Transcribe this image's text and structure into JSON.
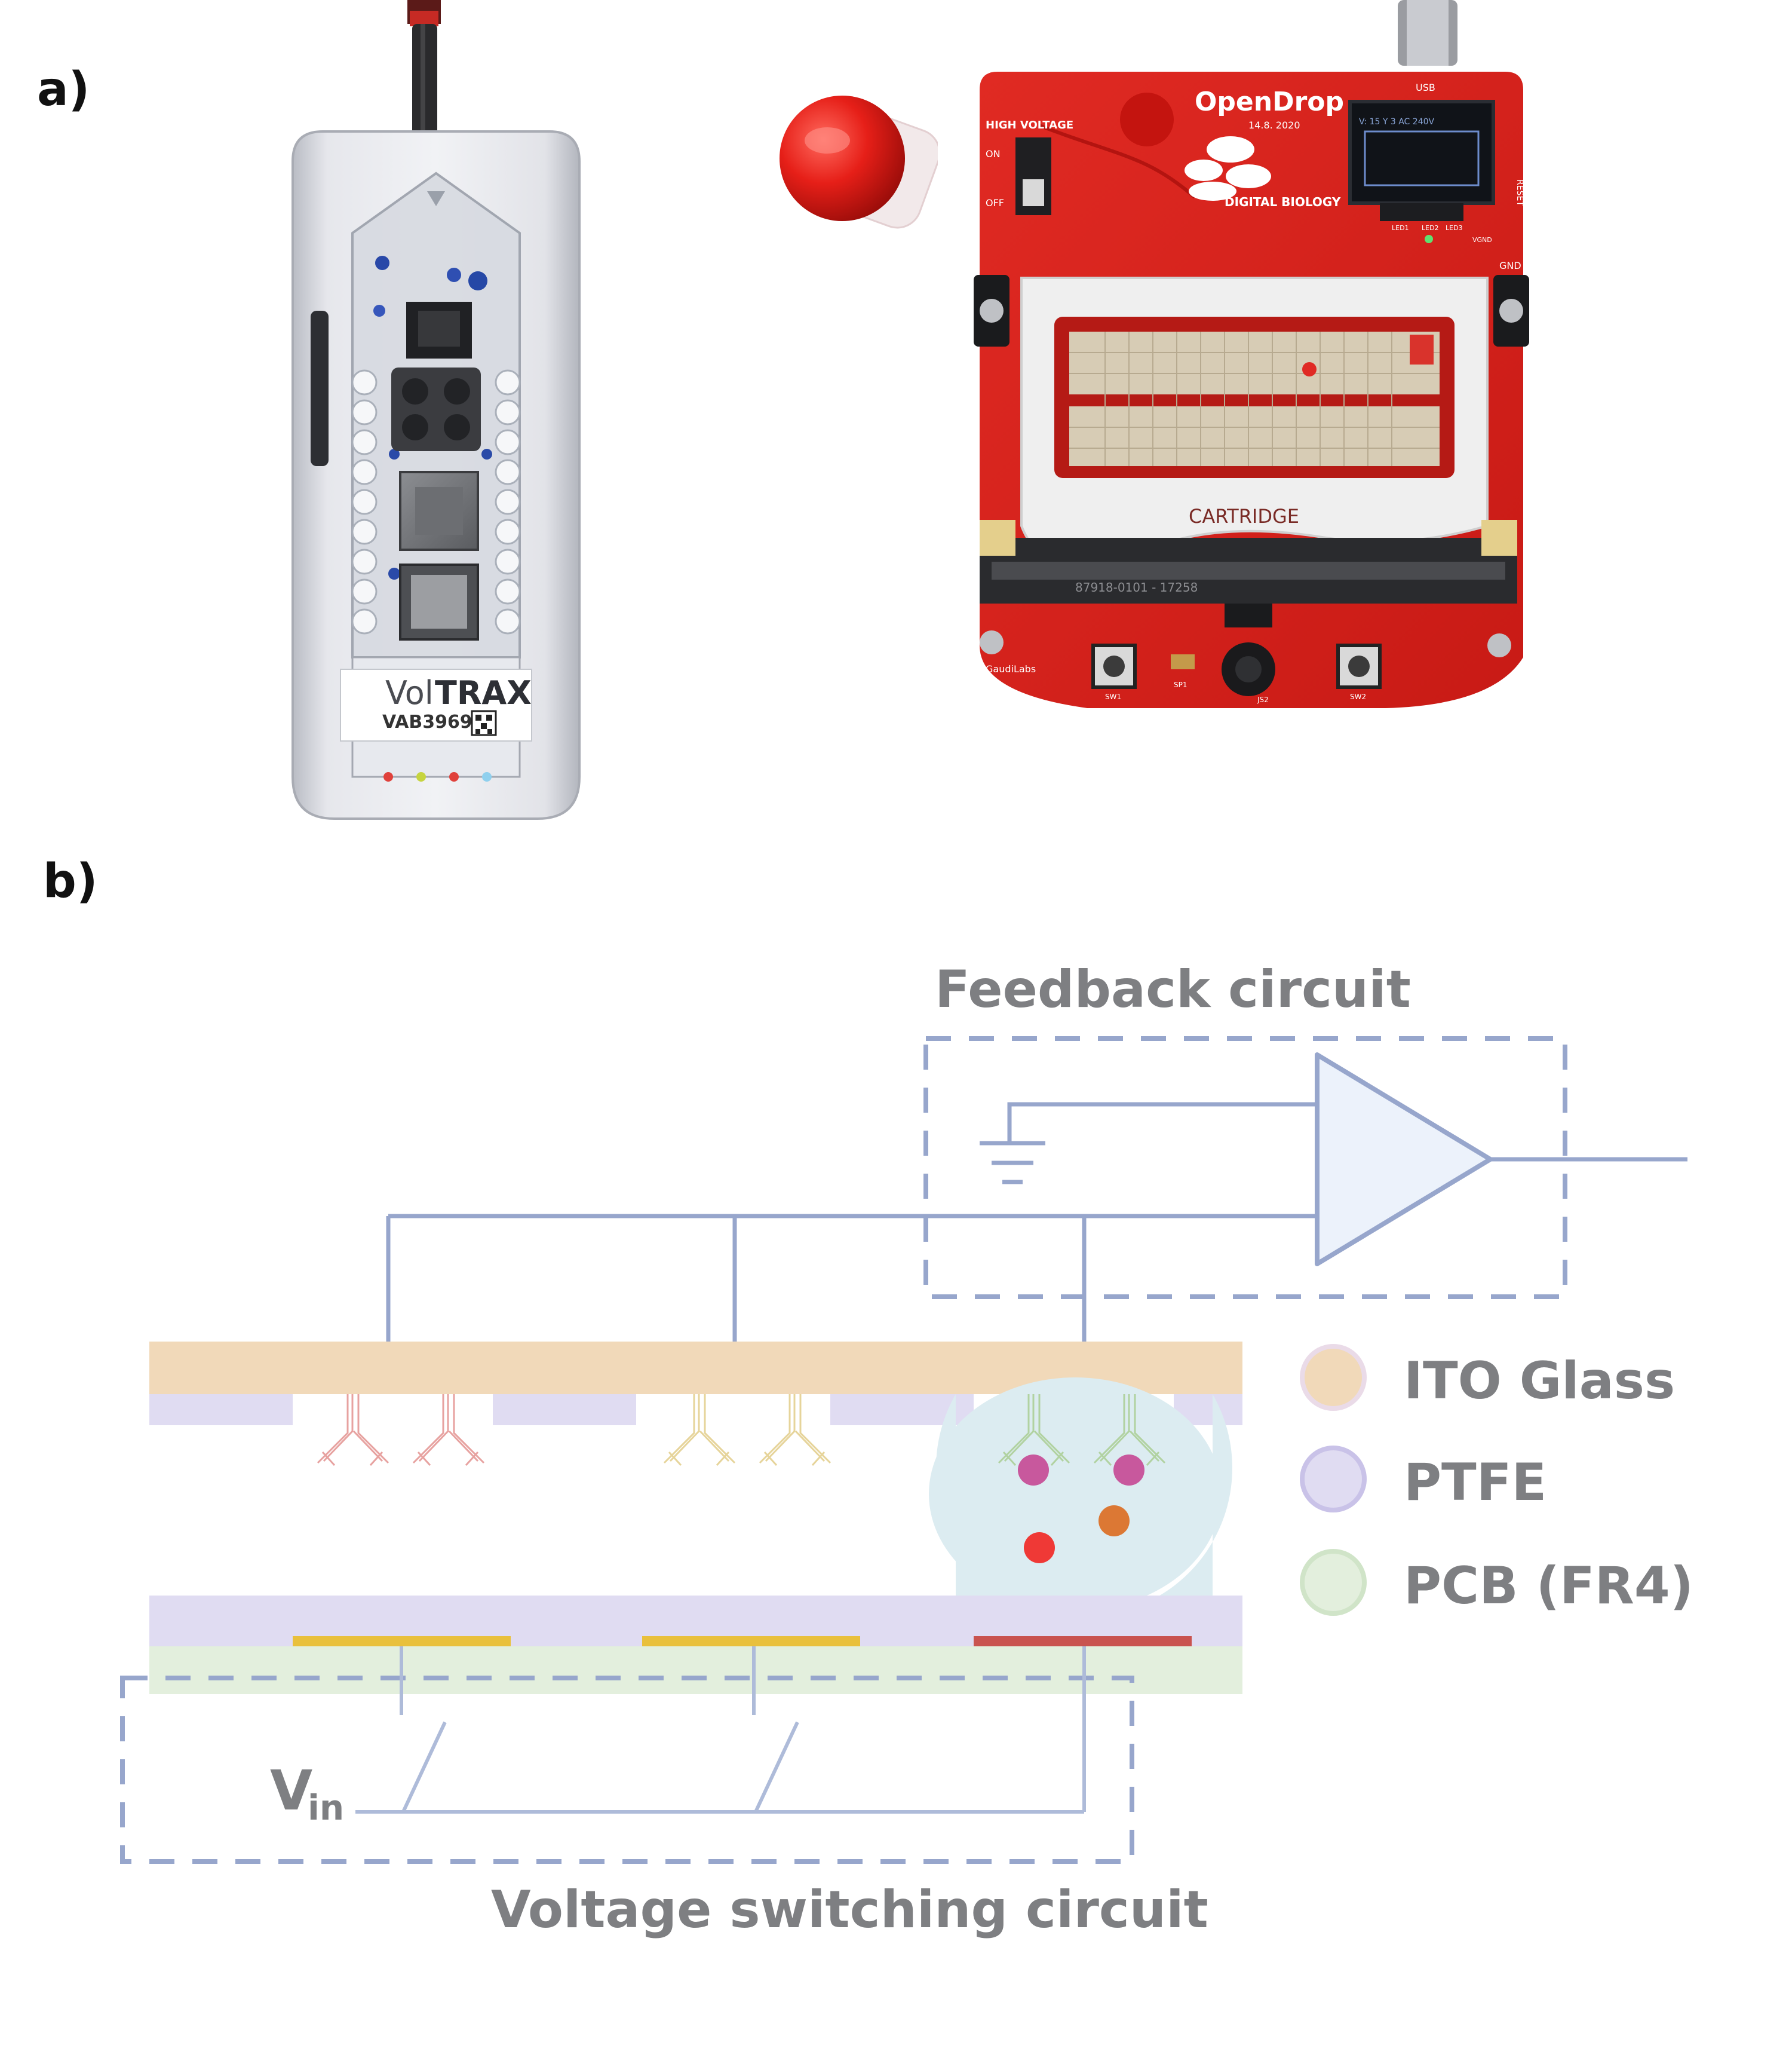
{
  "figure": {
    "panel_a_label": "a)",
    "panel_b_label": "b)"
  },
  "voltrax": {
    "brand_prefix": "Vol",
    "brand_suffix": "TRAX",
    "serial": "VAB39697"
  },
  "opendrop": {
    "title": "OpenDrop",
    "version": "14.8. 2020",
    "company": "DIGITAL BIOLOGY",
    "high_voltage": "HIGH VOLTAGE",
    "on": "ON",
    "off": "OFF",
    "usb": "USB",
    "reset": "RESET",
    "gnd": "GND",
    "cartridge": "CARTRIDGE",
    "connector_code": "87918-0101 - 17258",
    "maker": "GaudiLabs",
    "sw1": "SW1",
    "sp1": "SP1",
    "js2": "JS2",
    "sw2": "SW2",
    "led1": "LED1",
    "led2": "LED2",
    "led3": "LED3",
    "vgnd": "VGND",
    "oled": "V: 15 Y  3 AC 240V"
  },
  "diagram": {
    "feedback_label": "Feedback circuit",
    "switching_label": "Voltage switching circuit",
    "vin_main": "V",
    "vin_sub": "in"
  },
  "legend": [
    {
      "label": "ITO Glass",
      "color": "#f1d9b9"
    },
    {
      "label": "PTFE",
      "color": "#e0dcf2"
    },
    {
      "label": "PCB (FR4)",
      "color": "#e3efdd"
    }
  ],
  "colors": {
    "ito_glass": "#f1d9b9",
    "ptfe": "#e0dcf2",
    "pcb": "#e3efdd",
    "wire": "#97a6cc",
    "electrode_active": "#c9534f",
    "electrode_idle": "#e9c03c",
    "droplet": "#dcecf1",
    "board_red": "#d8221c"
  }
}
